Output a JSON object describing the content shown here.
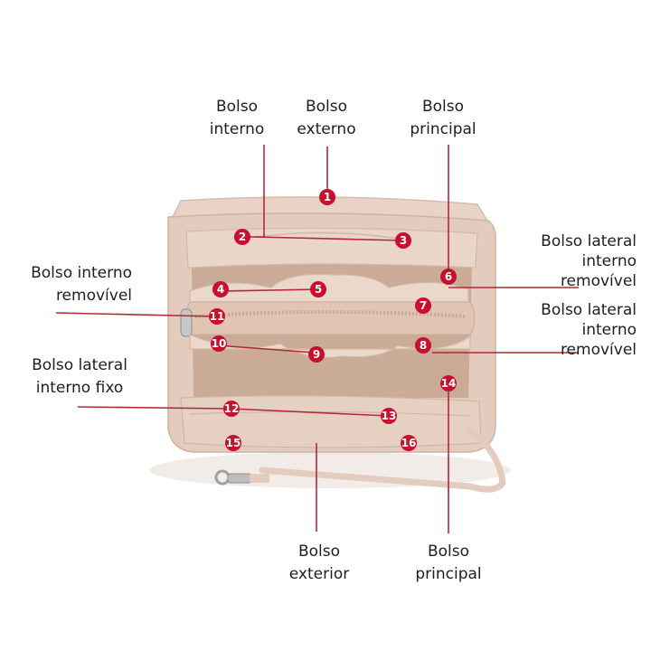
{
  "labels": {
    "bolso_interno_top": "Bolso\ninterno",
    "bolso_externo_top": "Bolso\nexterno",
    "bolso_principal_top": "Bolso\nprincipal",
    "bolso_lateral_removivel_1": "Bolso lateral\ninterno\nremovível",
    "bolso_interno_removivel": "Bolso interno\nremovível",
    "bolso_lateral_removivel_2": "Bolso lateral\ninterno\nremovível",
    "bolso_lateral_fixo": "Bolso lateral\ninterno fixo",
    "bolso_exterior_bottom": "Bolso\nexterior",
    "bolso_principal_bottom": "Bolso\nprincipal"
  },
  "markers": [
    "1",
    "2",
    "3",
    "4",
    "5",
    "6",
    "7",
    "8",
    "9",
    "10",
    "11",
    "12",
    "13",
    "14",
    "15",
    "16"
  ],
  "colors": {
    "felt": "#e3cbbd",
    "felt_dark": "#d2b4a3",
    "felt_light": "#eddccf",
    "interior": "#c9ab98",
    "marker": "#c8102e",
    "leader": "#b22a36"
  }
}
